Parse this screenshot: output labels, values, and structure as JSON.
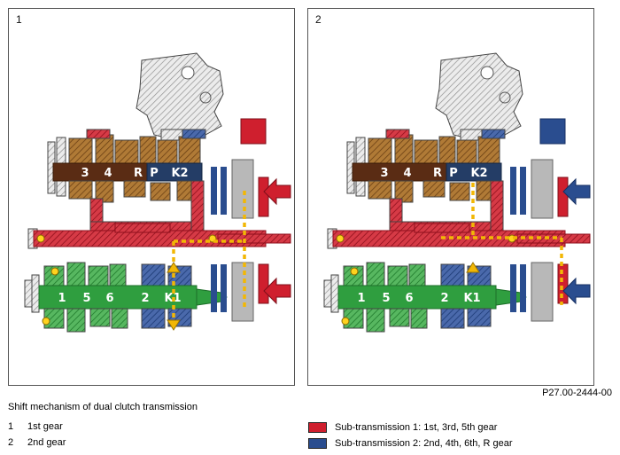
{
  "doc_number": "P27.00-2444-00",
  "caption": "Shift mechanism of dual clutch transmission",
  "key_items": [
    {
      "num": "1",
      "label": "1st gear"
    },
    {
      "num": "2",
      "label": "2nd gear"
    }
  ],
  "legend": [
    {
      "color": "#cf1f2e",
      "label": "Sub-transmission 1: 1st, 3rd, 5th gear"
    },
    {
      "color": "#2a4d8f",
      "label": "Sub-transmission 2: 2nd, 4th, 6th, R gear"
    }
  ],
  "panels": [
    {
      "number": "1"
    },
    {
      "number": "2"
    }
  ],
  "shaft_labels": {
    "upper": [
      "3",
      "4",
      "R",
      "P",
      "K2"
    ],
    "lower": [
      "1",
      "5",
      "6",
      "2",
      "K1"
    ]
  },
  "colors": {
    "red": "#cf1f2e",
    "blue": "#2a4d8f",
    "green": "#2f9e3f",
    "yellow": "#f2b705",
    "brown": "#8a5a28",
    "grey": "#b8b8b8"
  }
}
